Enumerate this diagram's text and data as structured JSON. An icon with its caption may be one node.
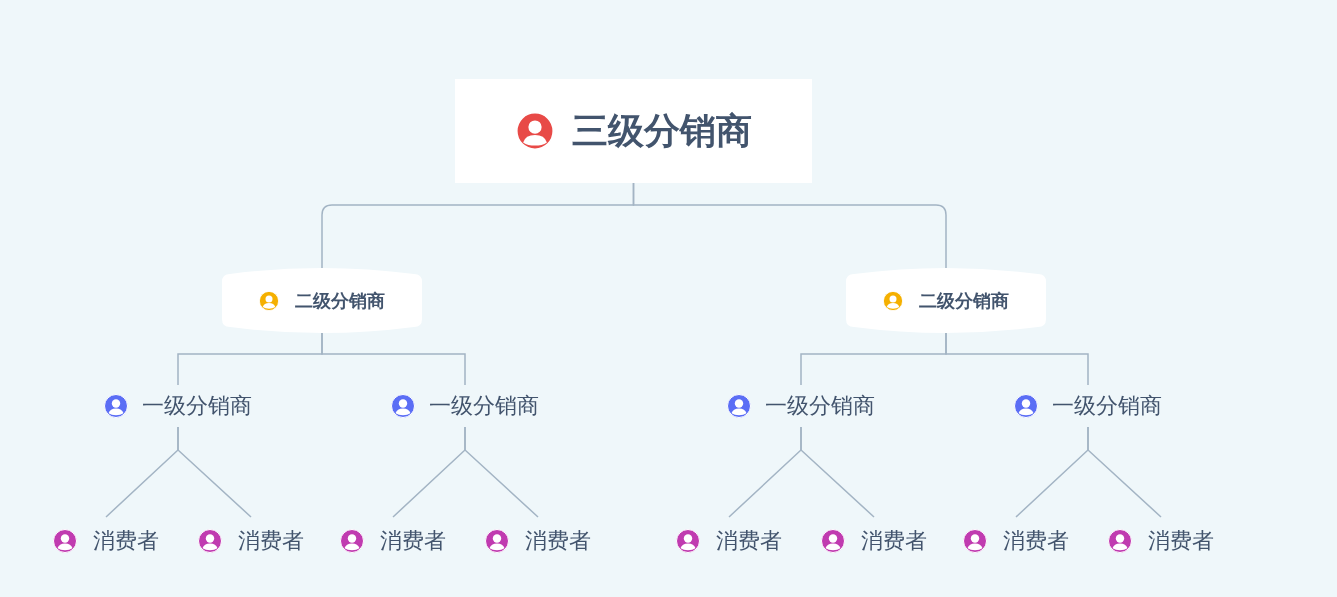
{
  "diagram": {
    "nodes": [
      {
        "text": [
          "三级分销商"
        ]
      },
      {
        "text": [
          "二级分销商"
        ]
      },
      {
        "text": [
          "二级分销商"
        ]
      },
      {
        "text": [
          "一级分销商"
        ]
      },
      {
        "text": [
          "一级分销商"
        ]
      },
      {
        "text": [
          "一级分销商"
        ]
      },
      {
        "text": [
          "一级分销商"
        ]
      },
      {
        "text": [
          "消费者"
        ]
      },
      {
        "text": [
          "消费者"
        ]
      },
      {
        "text": [
          "消费者"
        ]
      },
      {
        "text": [
          "消费者"
        ]
      },
      {
        "text": [
          "消费者"
        ]
      },
      {
        "text": [
          "消费者"
        ]
      },
      {
        "text": [
          "消费者"
        ]
      },
      {
        "text": [
          "消费者"
        ]
      }
    ],
    "edges": [
      {
        "from": 0,
        "to": 1,
        "arrow": "none"
      },
      {
        "from": 0,
        "to": 2,
        "arrow": "none"
      },
      {
        "from": 1,
        "to": 3,
        "arrow": "none"
      },
      {
        "from": 1,
        "to": 4,
        "arrow": "none"
      },
      {
        "from": 2,
        "to": 5,
        "arrow": "none"
      },
      {
        "from": 2,
        "to": 6,
        "arrow": "none"
      },
      {
        "from": 3,
        "to": 7,
        "arrow": "none"
      },
      {
        "from": 3,
        "to": 8,
        "arrow": "none"
      },
      {
        "from": 4,
        "to": 9,
        "arrow": "none"
      },
      {
        "from": 4,
        "to": 10,
        "arrow": "none"
      },
      {
        "from": 5,
        "to": 11,
        "arrow": "none"
      },
      {
        "from": 5,
        "to": 12,
        "arrow": "none"
      },
      {
        "from": 6,
        "to": 13,
        "arrow": "none"
      },
      {
        "from": 6,
        "to": 14,
        "arrow": "none"
      }
    ]
  }
}
